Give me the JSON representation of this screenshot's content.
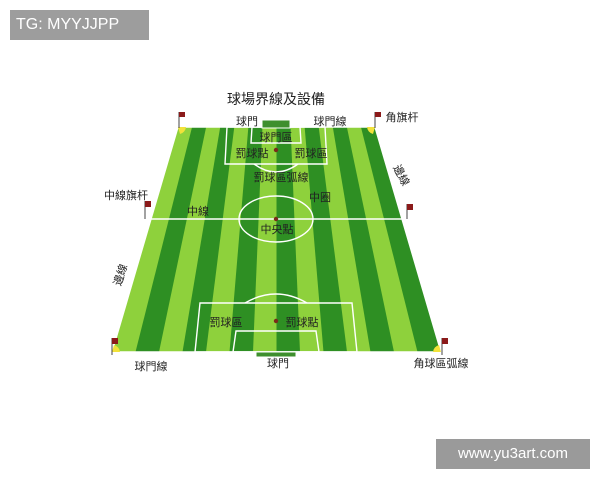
{
  "watermark_top": "TG: MYYJJPP",
  "watermark_bottom": "www.yu3art.com",
  "diagram": {
    "title": "球場界線及設備",
    "labels": {
      "goal_top": "球門",
      "goal_line_top": "球門線",
      "corner_flagpole": "角旗杆",
      "goal_area_top": "球門區",
      "penalty_spot_top": "罰球點",
      "penalty_area_top": "罰球區",
      "touchline_right": "邊線",
      "penalty_arc": "罰球區弧線",
      "halfway_flagpole": "中線旗杆",
      "halfway_line": "中線",
      "center_circle": "中圈",
      "center_spot": "中央點",
      "touchline_left": "邊線",
      "penalty_area_bottom": "罰球區",
      "penalty_spot_bottom": "罰球點",
      "goal_line_bottom": "球門線",
      "goal_bottom": "球門",
      "corner_arc": "角球區弧線"
    }
  },
  "colors": {
    "grass_light": "#8ed13c",
    "grass_dark": "#2e8f23",
    "lines": "#ffffff",
    "flag": "#8b1a1a",
    "marker": "#7a2b1a"
  }
}
